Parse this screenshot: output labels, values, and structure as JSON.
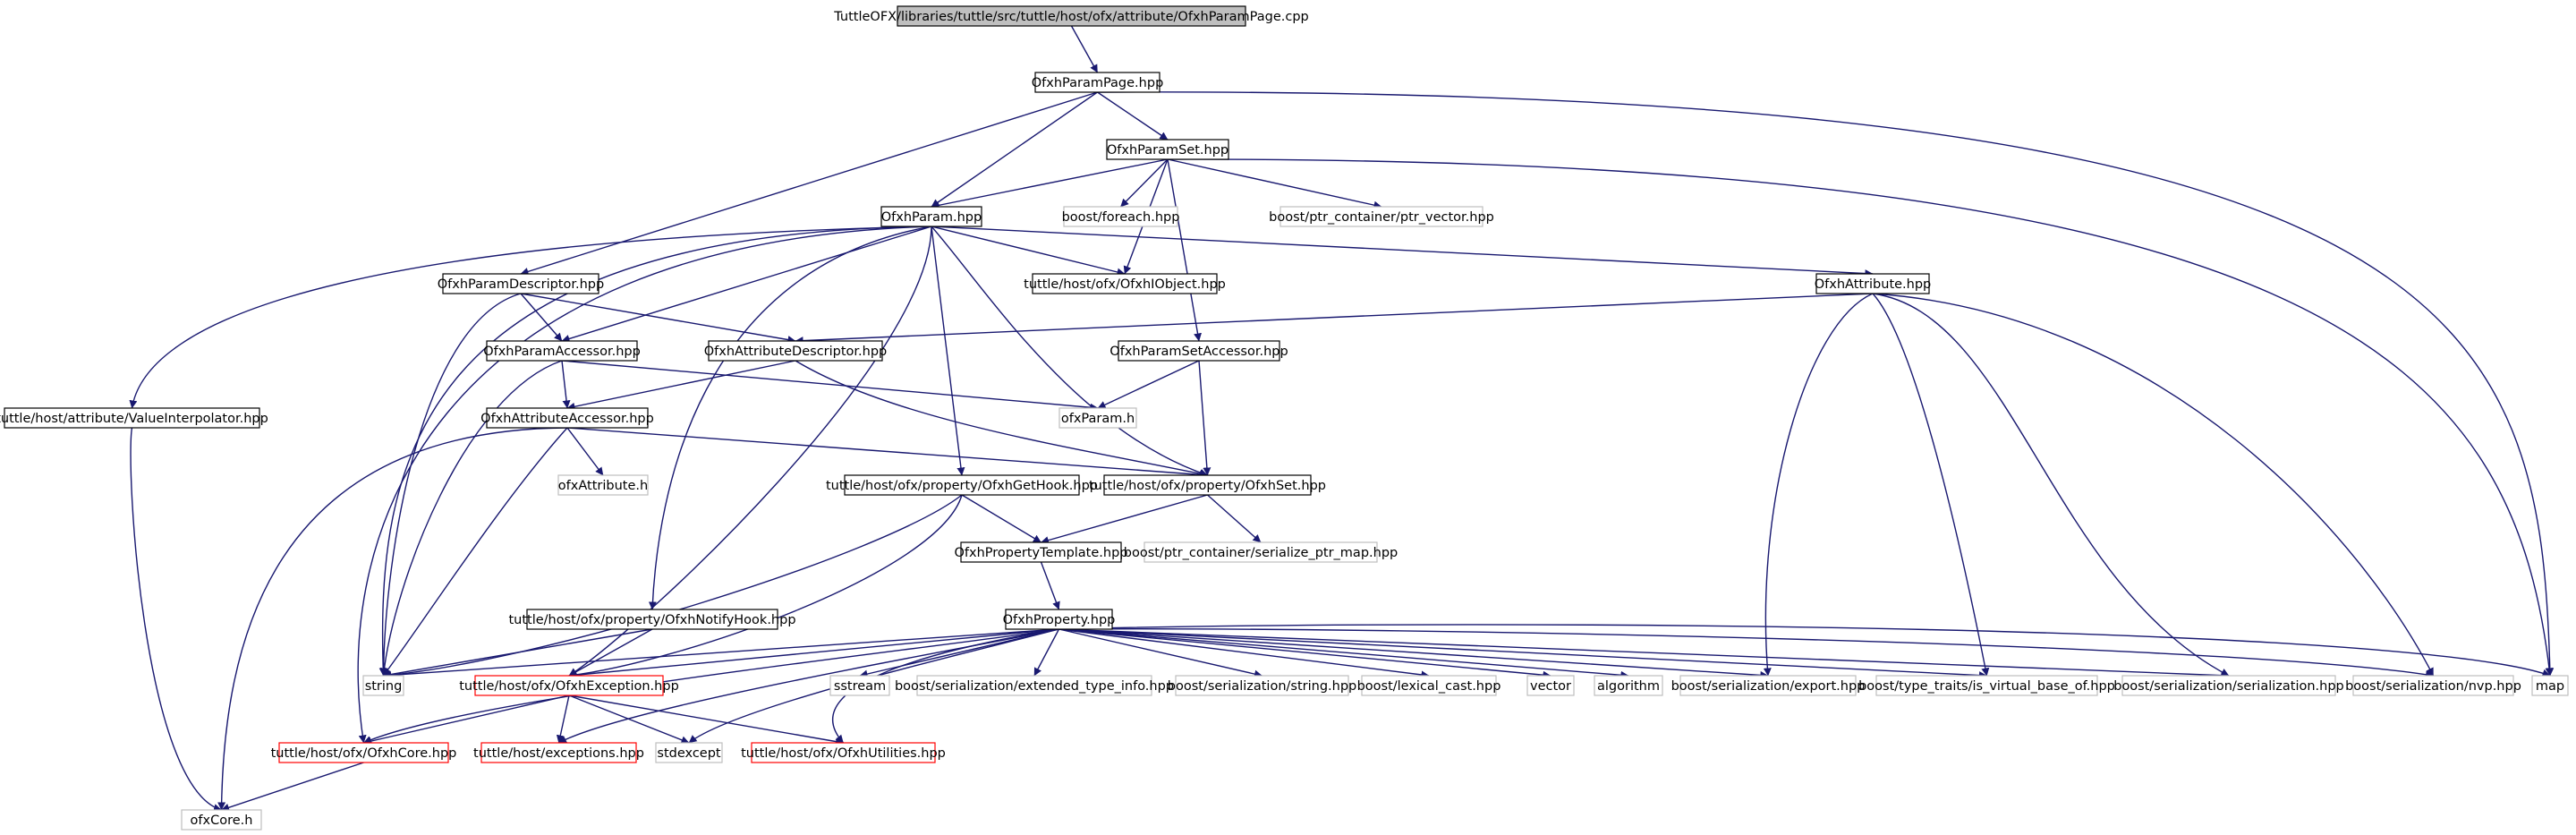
{
  "diagram": {
    "colors": {
      "edge": "#191970",
      "root_fill": "#bfbfbf",
      "node_fill": "#ffffff",
      "node_border": "#000000",
      "missing_border": "#bfbfbf",
      "red_border": "#ff0000",
      "text": "#000000"
    },
    "nodes": [
      {
        "id": "root",
        "label": "TuttleOFX/libraries/tuttle/src/tuttle/host/ofx/attribute/OfxhParamPage.cpp",
        "style": "root"
      },
      {
        "id": "paramPage",
        "label": "OfxhParamPage.hpp",
        "style": "normal"
      },
      {
        "id": "paramSet",
        "label": "OfxhParamSet.hpp",
        "style": "normal"
      },
      {
        "id": "param",
        "label": "OfxhParam.hpp",
        "style": "normal"
      },
      {
        "id": "foreach",
        "label": "boost/foreach.hpp",
        "style": "missing"
      },
      {
        "id": "ptrVector",
        "label": "boost/ptr_container/ptr_vector.hpp",
        "style": "missing"
      },
      {
        "id": "iObject",
        "label": "tuttle/host/ofx/OfxhIObject.hpp",
        "style": "normal"
      },
      {
        "id": "attribute",
        "label": "OfxhAttribute.hpp",
        "style": "normal"
      },
      {
        "id": "paramDescriptor",
        "label": "OfxhParamDescriptor.hpp",
        "style": "normal"
      },
      {
        "id": "paramAccessor",
        "label": "OfxhParamAccessor.hpp",
        "style": "normal"
      },
      {
        "id": "attributeDescriptor",
        "label": "OfxhAttributeDescriptor.hpp",
        "style": "normal"
      },
      {
        "id": "paramSetAccessor",
        "label": "OfxhParamSetAccessor.hpp",
        "style": "normal"
      },
      {
        "id": "valueInterpolator",
        "label": "tuttle/host/attribute/ValueInterpolator.hpp",
        "style": "normal"
      },
      {
        "id": "ofxParamH",
        "label": "ofxParam.h",
        "style": "missing"
      },
      {
        "id": "attributeAccessor",
        "label": "OfxhAttributeAccessor.hpp",
        "style": "normal"
      },
      {
        "id": "ofxAttributeH",
        "label": "ofxAttribute.h",
        "style": "missing"
      },
      {
        "id": "getHook",
        "label": "tuttle/host/ofx/property/OfxhGetHook.hpp",
        "style": "normal"
      },
      {
        "id": "ofxhSet",
        "label": "tuttle/host/ofx/property/OfxhSet.hpp",
        "style": "normal"
      },
      {
        "id": "propertyTemplate",
        "label": "OfxhPropertyTemplate.hpp",
        "style": "normal"
      },
      {
        "id": "serializePtrMap",
        "label": "boost/ptr_container/serialize_ptr_map.hpp",
        "style": "missing"
      },
      {
        "id": "notifyHook",
        "label": "tuttle/host/ofx/property/OfxhNotifyHook.hpp",
        "style": "normal"
      },
      {
        "id": "property",
        "label": "OfxhProperty.hpp",
        "style": "normal"
      },
      {
        "id": "string",
        "label": "string",
        "style": "missing"
      },
      {
        "id": "exception",
        "label": "tuttle/host/ofx/OfxhException.hpp",
        "style": "red"
      },
      {
        "id": "sstream",
        "label": "sstream",
        "style": "missing"
      },
      {
        "id": "extTypeInfo",
        "label": "boost/serialization/extended_type_info.hpp",
        "style": "missing"
      },
      {
        "id": "serString",
        "label": "boost/serialization/string.hpp",
        "style": "missing"
      },
      {
        "id": "lexicalCast",
        "label": "boost/lexical_cast.hpp",
        "style": "missing"
      },
      {
        "id": "vector",
        "label": "vector",
        "style": "missing"
      },
      {
        "id": "algorithm",
        "label": "algorithm",
        "style": "missing"
      },
      {
        "id": "serExport",
        "label": "boost/serialization/export.hpp",
        "style": "missing"
      },
      {
        "id": "isVirtualBase",
        "label": "boost/type_traits/is_virtual_base_of.hpp",
        "style": "missing"
      },
      {
        "id": "serSerialization",
        "label": "boost/serialization/serialization.hpp",
        "style": "missing"
      },
      {
        "id": "serNvp",
        "label": "boost/serialization/nvp.hpp",
        "style": "missing"
      },
      {
        "id": "map",
        "label": "map",
        "style": "missing"
      },
      {
        "id": "ofxhCore",
        "label": "tuttle/host/ofx/OfxhCore.hpp",
        "style": "red"
      },
      {
        "id": "exceptions",
        "label": "tuttle/host/exceptions.hpp",
        "style": "red"
      },
      {
        "id": "stdexcept",
        "label": "stdexcept",
        "style": "missing"
      },
      {
        "id": "utilities",
        "label": "tuttle/host/ofx/OfxhUtilities.hpp",
        "style": "red"
      },
      {
        "id": "ofxCoreH",
        "label": "ofxCore.h",
        "style": "missing"
      }
    ],
    "edges": [
      {
        "from": "root",
        "to": "paramPage"
      },
      {
        "from": "paramPage",
        "to": "paramSet"
      },
      {
        "from": "paramPage",
        "to": "param"
      },
      {
        "from": "paramPage",
        "to": "paramDescriptor"
      },
      {
        "from": "paramPage",
        "to": "map"
      },
      {
        "from": "paramSet",
        "to": "param"
      },
      {
        "from": "paramSet",
        "to": "foreach"
      },
      {
        "from": "paramSet",
        "to": "ptrVector"
      },
      {
        "from": "paramSet",
        "to": "iObject"
      },
      {
        "from": "paramSet",
        "to": "paramSetAccessor"
      },
      {
        "from": "paramSet",
        "to": "map"
      },
      {
        "from": "param",
        "to": "iObject"
      },
      {
        "from": "param",
        "to": "attribute"
      },
      {
        "from": "param",
        "to": "paramAccessor"
      },
      {
        "from": "param",
        "to": "valueInterpolator"
      },
      {
        "from": "param",
        "to": "string"
      },
      {
        "from": "param",
        "to": "ofxhCore"
      },
      {
        "from": "param",
        "to": "exception"
      },
      {
        "from": "param",
        "to": "notifyHook"
      },
      {
        "from": "param",
        "to": "getHook"
      },
      {
        "from": "param",
        "to": "ofxhSet"
      },
      {
        "from": "attribute",
        "to": "attributeDescriptor"
      },
      {
        "from": "attribute",
        "to": "serExport"
      },
      {
        "from": "attribute",
        "to": "isVirtualBase"
      },
      {
        "from": "attribute",
        "to": "serSerialization"
      },
      {
        "from": "attribute",
        "to": "serNvp"
      },
      {
        "from": "paramDescriptor",
        "to": "paramAccessor"
      },
      {
        "from": "paramDescriptor",
        "to": "attributeDescriptor"
      },
      {
        "from": "paramDescriptor",
        "to": "string"
      },
      {
        "from": "paramAccessor",
        "to": "attributeAccessor"
      },
      {
        "from": "paramAccessor",
        "to": "ofxParamH"
      },
      {
        "from": "paramAccessor",
        "to": "string"
      },
      {
        "from": "attributeDescriptor",
        "to": "attributeAccessor"
      },
      {
        "from": "attributeDescriptor",
        "to": "ofxhSet"
      },
      {
        "from": "paramSetAccessor",
        "to": "ofxParamH"
      },
      {
        "from": "paramSetAccessor",
        "to": "ofxhSet"
      },
      {
        "from": "valueInterpolator",
        "to": "ofxCoreH"
      },
      {
        "from": "attributeAccessor",
        "to": "ofxAttributeH"
      },
      {
        "from": "attributeAccessor",
        "to": "ofxhSet"
      },
      {
        "from": "attributeAccessor",
        "to": "string"
      },
      {
        "from": "attributeAccessor",
        "to": "ofxCoreH"
      },
      {
        "from": "getHook",
        "to": "propertyTemplate"
      },
      {
        "from": "getHook",
        "to": "string"
      },
      {
        "from": "getHook",
        "to": "exception"
      },
      {
        "from": "ofxhSet",
        "to": "propertyTemplate"
      },
      {
        "from": "ofxhSet",
        "to": "serializePtrMap"
      },
      {
        "from": "propertyTemplate",
        "to": "property"
      },
      {
        "from": "notifyHook",
        "to": "string"
      },
      {
        "from": "notifyHook",
        "to": "exception"
      },
      {
        "from": "property",
        "to": "string"
      },
      {
        "from": "property",
        "to": "exception"
      },
      {
        "from": "property",
        "to": "sstream"
      },
      {
        "from": "property",
        "to": "extTypeInfo"
      },
      {
        "from": "property",
        "to": "serString"
      },
      {
        "from": "property",
        "to": "lexicalCast"
      },
      {
        "from": "property",
        "to": "vector"
      },
      {
        "from": "property",
        "to": "algorithm"
      },
      {
        "from": "property",
        "to": "serExport"
      },
      {
        "from": "property",
        "to": "isVirtualBase"
      },
      {
        "from": "property",
        "to": "serSerialization"
      },
      {
        "from": "property",
        "to": "serNvp"
      },
      {
        "from": "property",
        "to": "map"
      },
      {
        "from": "property",
        "to": "ofxhCore"
      },
      {
        "from": "property",
        "to": "exceptions"
      },
      {
        "from": "property",
        "to": "stdexcept"
      },
      {
        "from": "property",
        "to": "utilities"
      },
      {
        "from": "exception",
        "to": "ofxhCore"
      },
      {
        "from": "exception",
        "to": "exceptions"
      },
      {
        "from": "exception",
        "to": "stdexcept"
      },
      {
        "from": "exception",
        "to": "utilities"
      },
      {
        "from": "ofxhCore",
        "to": "ofxCoreH"
      }
    ]
  }
}
